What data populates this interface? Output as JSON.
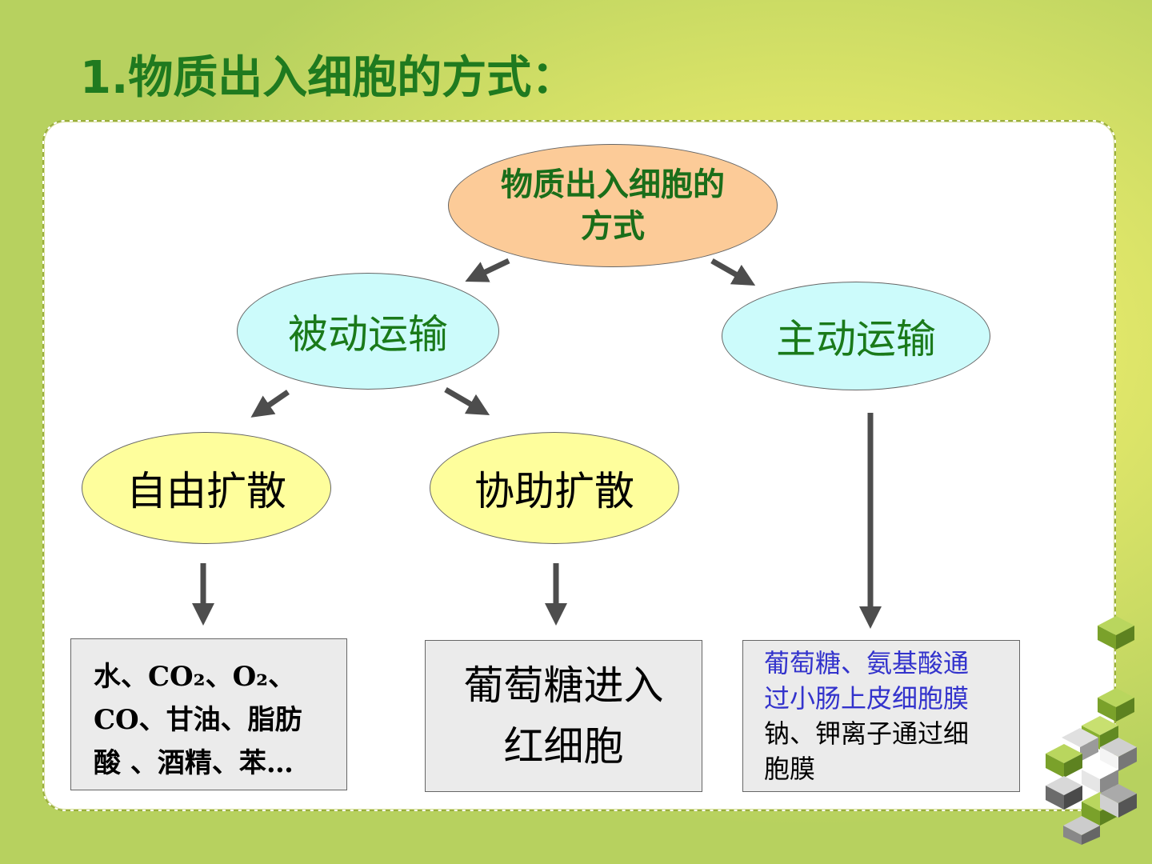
{
  "title": "1.物质出入细胞的方式：",
  "root": "物质出入细胞的方式",
  "passive": "被动运输",
  "active": "主动运输",
  "free_diffusion": "自由扩散",
  "facilitated_diffusion": "协助扩散",
  "free_examples": {
    "line1": "水、CO₂、O₂、",
    "line2": "CO、甘油、脂肪",
    "line3": "酸 、酒精、苯…"
  },
  "facilitated_example": "葡萄糖进入红细胞",
  "active_examples": {
    "blue_line1": "葡萄糖、氨基酸通",
    "blue_line2": "过小肠上皮细胞膜",
    "black_line1": "钠、钾离子通过细",
    "black_line2": "胞膜"
  },
  "colors": {
    "title": "#1f7a1f",
    "root_fill": "#fccb98",
    "level2_fill": "#ccfbfb",
    "level3_fill": "#fefe9c",
    "box_fill": "#ebebeb",
    "blue_text": "#3333cc",
    "arrow": "#4d4d4d"
  }
}
